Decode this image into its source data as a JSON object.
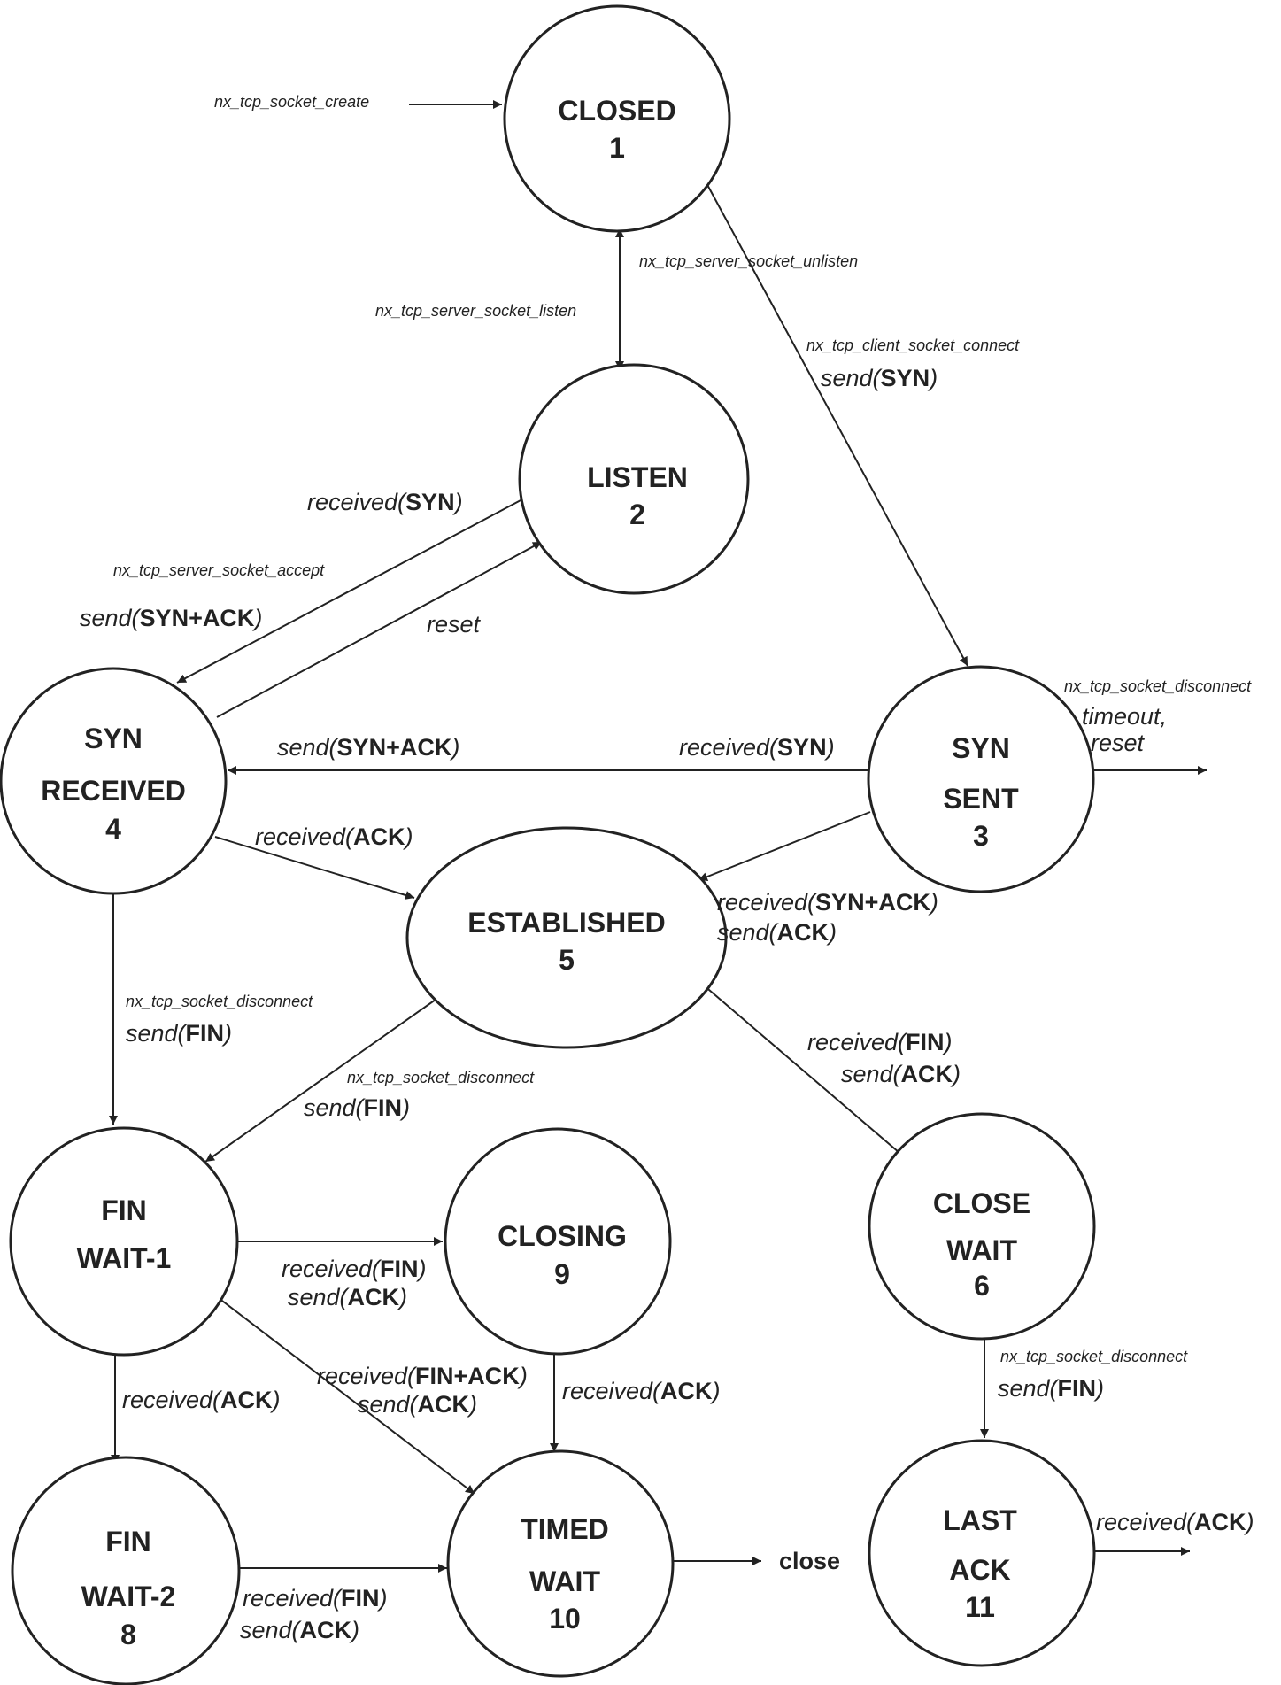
{
  "states": {
    "closed": {
      "name": "CLOSED",
      "num": "1"
    },
    "listen": {
      "name": "LISTEN",
      "num": "2"
    },
    "syn_sent": {
      "line1": "SYN",
      "line2": "SENT",
      "num": "3"
    },
    "syn_received": {
      "line1": "SYN",
      "line2": "RECEIVED",
      "num": "4"
    },
    "established": {
      "name": "ESTABLISHED",
      "num": "5"
    },
    "close_wait": {
      "line1": "CLOSE",
      "line2": "WAIT",
      "num": "6"
    },
    "fin_wait_1": {
      "line1": "FIN",
      "line2": "WAIT-1"
    },
    "fin_wait_2": {
      "line1": "FIN",
      "line2": "WAIT-2",
      "num": "8"
    },
    "closing": {
      "name": "CLOSING",
      "num": "9"
    },
    "timed_wait": {
      "line1": "TIMED",
      "line2": "WAIT",
      "num": "10"
    },
    "last_ack": {
      "line1": "LAST",
      "line2": "ACK",
      "num": "11"
    }
  },
  "calls": {
    "socket_create": "nx_tcp_socket_create",
    "server_unlisten": "nx_tcp_server_socket_unlisten",
    "server_listen": "nx_tcp_server_socket_listen",
    "client_connect": "nx_tcp_client_socket_connect",
    "server_accept": "nx_tcp_server_socket_accept",
    "disconnect_syn_sent": "nx_tcp_socket_disconnect",
    "disconnect_syn_recv": "nx_tcp_socket_disconnect",
    "disconnect_established": "nx_tcp_socket_disconnect",
    "disconnect_close_wait": "nx_tcp_socket_disconnect"
  },
  "words": {
    "send": "send(",
    "received": "received(",
    "close_paren": ")",
    "syn": "SYN",
    "syn_ack": "SYN+ACK",
    "ack": "ACK",
    "fin": "FIN",
    "fin_ack": "FIN+ACK",
    "reset": "reset",
    "timeout": "timeout,",
    "reset_comma": "reset",
    "close": "close"
  },
  "colors": {
    "stroke": "#222222",
    "background": "#ffffff"
  }
}
